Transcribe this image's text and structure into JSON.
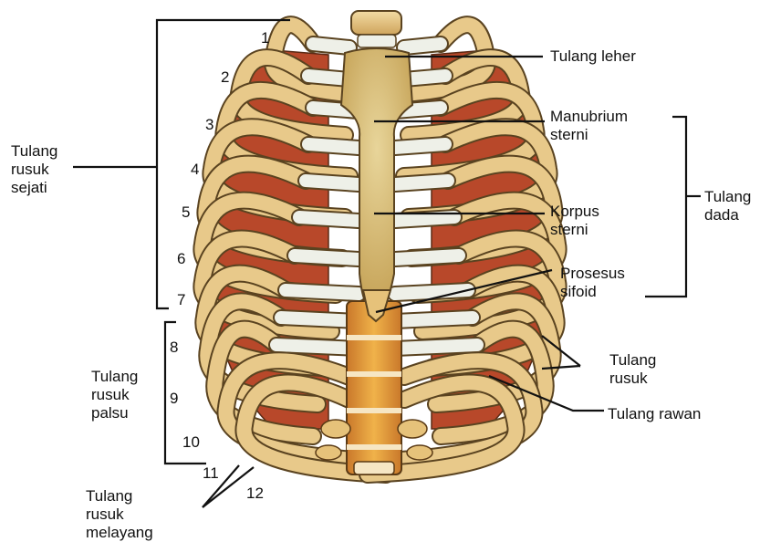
{
  "labels": {
    "true_ribs_1": "Tulang",
    "true_ribs_2": "rusuk",
    "true_ribs_3": "sejati",
    "false_ribs_1": "Tulang",
    "false_ribs_2": "rusuk",
    "false_ribs_3": "palsu",
    "floating_ribs_1": "Tulang",
    "floating_ribs_2": "rusuk",
    "floating_ribs_3": "melayang",
    "clavicle": "Tulang leher",
    "manubrium_1": "Manubrium",
    "manubrium_2": "sterni",
    "corpus_1": "Korpus",
    "corpus_2": "sterni",
    "xiphoid_1": "Prosesus",
    "xiphoid_2": "sifoid",
    "sternum_1": "Tulang",
    "sternum_2": "dada",
    "rib_1": "Tulang",
    "rib_2": "rusuk",
    "cartilage": "Tulang rawan"
  },
  "rib_numbers": [
    "1",
    "2",
    "3",
    "4",
    "5",
    "6",
    "7",
    "8",
    "9",
    "10",
    "11",
    "12"
  ],
  "colors": {
    "bone": "#e8c98a",
    "bone_dark": "#c9a25a",
    "bone_outline": "#5a4320",
    "cartilage": "#eef0e8",
    "muscle": "#b8482a",
    "spine": "#d99a3a",
    "sternum": "#d9bf7a"
  }
}
